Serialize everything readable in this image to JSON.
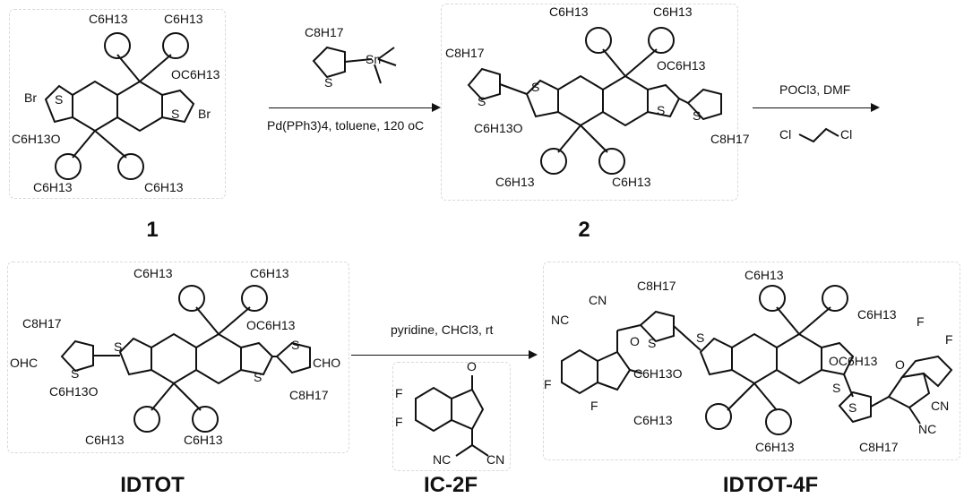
{
  "compounds": {
    "c1": {
      "label": "1"
    },
    "c2": {
      "label": "2"
    },
    "idtot": {
      "label": "IDTOT"
    },
    "ic2f": {
      "label": "IC-2F"
    },
    "idtot4f": {
      "label": "IDTOT-4F"
    }
  },
  "fragments": {
    "c6h13": "C6H13",
    "oc6h13": "OC6H13",
    "c6h13o": "C6H13O",
    "c8h17": "C8H17",
    "br": "Br",
    "s": "S",
    "sn": "Sn",
    "cho": "CHO",
    "ohc": "OHC",
    "o": "O",
    "f": "F",
    "cn": "CN",
    "nc": "NC",
    "cl": "Cl"
  },
  "reactions": {
    "r1": {
      "below": "Pd(PPh3)4, toluene, 120 oC"
    },
    "r2": {
      "above": "POCl3, DMF"
    },
    "r3": {
      "above": "pyridine, CHCl3, rt"
    }
  }
}
